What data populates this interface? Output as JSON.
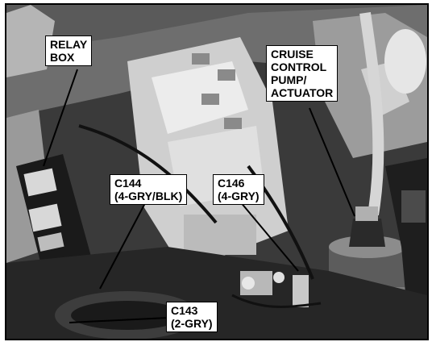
{
  "callouts": {
    "relay_box": [
      "RELAY",
      "BOX"
    ],
    "cruise": [
      "CRUISE",
      "CONTROL",
      "PUMP/",
      "ACTUATOR"
    ],
    "c144": [
      "C144",
      "(4-GRY/BLK)"
    ],
    "c146": [
      "C146",
      "(4-GRY)"
    ],
    "c143": [
      "C143",
      "(2-GRY)"
    ]
  },
  "colors": {
    "ink": "#000000",
    "label_bg": "#ffffff",
    "photo_dark": "#2b2b2b"
  }
}
